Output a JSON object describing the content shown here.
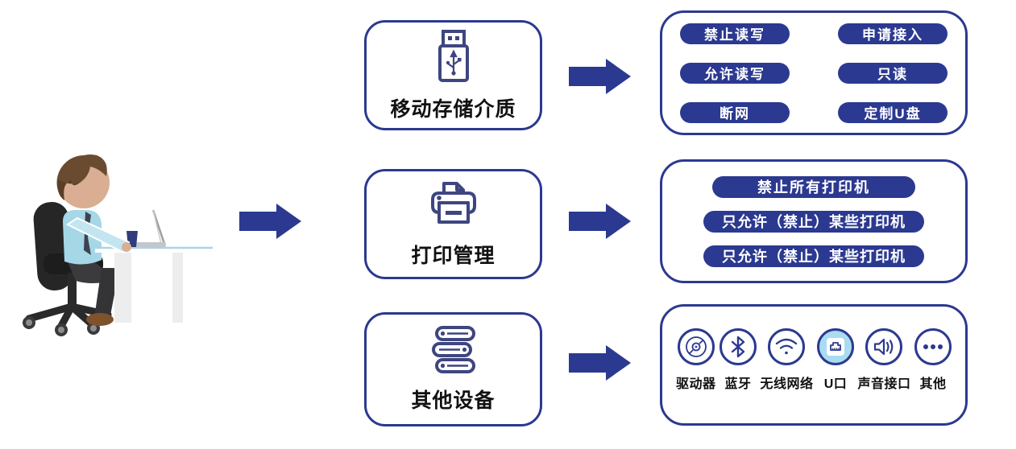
{
  "colors": {
    "navy": "#2b3990",
    "icon_navy": "#3e4680",
    "text": "#111111",
    "pill_text": "#ffffff",
    "uport_highlight": "#a9dcf0"
  },
  "illustration": {
    "name": "person-working-at-laptop-desk"
  },
  "flow": {
    "rows": [
      {
        "category": {
          "icon": "usb-flash-drive-icon",
          "label": "移动存储介质"
        },
        "options": [
          "禁止读写",
          "申请接入",
          "允许读写",
          "只读",
          "断网",
          "定制U盘"
        ]
      },
      {
        "category": {
          "icon": "printer-icon",
          "label": "打印管理"
        },
        "options": [
          "禁止所有打印机",
          "只允许（禁止）某些打印机",
          "只允许（禁止）某些打印机"
        ]
      },
      {
        "category": {
          "icon": "device-stack-icon",
          "label": "其他设备"
        },
        "devices": [
          {
            "icon": "disc-drive-icon",
            "label": "驱动器",
            "highlighted": false
          },
          {
            "icon": "bluetooth-icon",
            "label": "蓝牙",
            "highlighted": false
          },
          {
            "icon": "wifi-icon",
            "label": "无线网络",
            "highlighted": false
          },
          {
            "icon": "ethernet-port-icon",
            "label": "U口",
            "highlighted": true
          },
          {
            "icon": "speaker-icon",
            "label": "声音接口",
            "highlighted": false
          },
          {
            "icon": "ellipsis-icon",
            "label": "其他",
            "highlighted": false
          }
        ]
      }
    ]
  }
}
